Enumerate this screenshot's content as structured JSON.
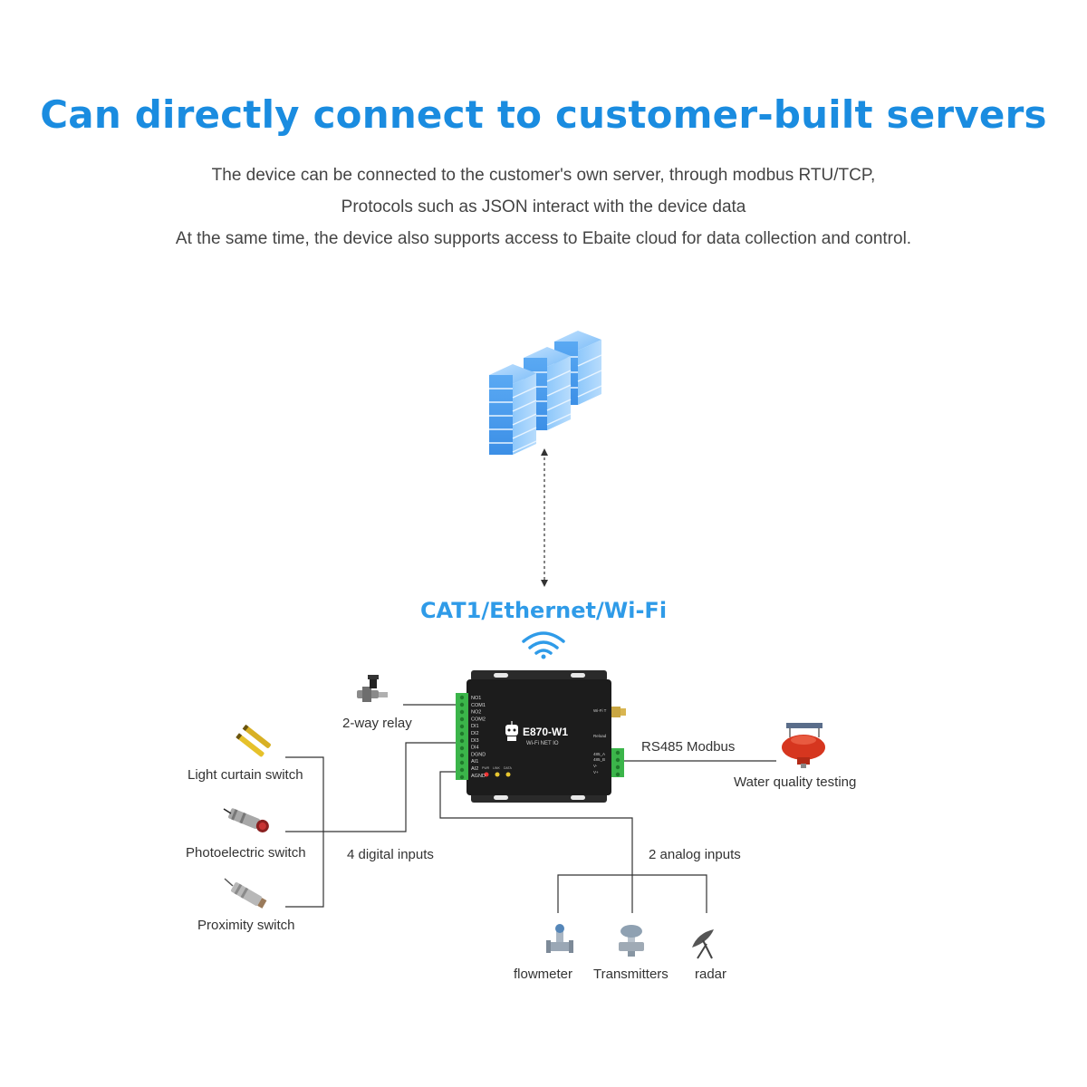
{
  "title": "Can directly connect to customer-built servers",
  "description": [
    "The device can be connected to the customer's own server, through modbus RTU/TCP,",
    "Protocols such as JSON interact with the device data",
    "At the same time, the device also supports access to Ebaite cloud for data collection and control."
  ],
  "network_label": "CAT1/Ethernet/Wi-Fi",
  "device": {
    "model": "E870-W1",
    "sublabel": "Wi-Fi NET IO",
    "left_terminals": [
      "NO1",
      "COM1",
      "NO2",
      "COM2",
      "DI1",
      "DI2",
      "DI3",
      "DI4",
      "DGND",
      "AI1",
      "AI2",
      "AGND"
    ],
    "right_labels": [
      "Wi-Fi T",
      "Reload",
      "485_A",
      "485_B",
      "V-",
      "V+"
    ],
    "leds": [
      "PWR",
      "LINK",
      "DATA"
    ]
  },
  "connections": {
    "relay": "2-way relay",
    "digital": "4 digital inputs",
    "analog": "2 analog inputs",
    "rs485": "RS485 Modbus"
  },
  "left_devices": [
    "Light curtain switch",
    "Photoelectric switch",
    "Proximity switch"
  ],
  "right_device": "Water quality testing",
  "bottom_devices": [
    "flowmeter",
    "Transmitters",
    "radar"
  ],
  "colors": {
    "title": "#1a8ce0",
    "accent": "#2f9be8",
    "server": "#4a9ff0",
    "device_body": "#222222",
    "terminal": "#3bb54a"
  }
}
